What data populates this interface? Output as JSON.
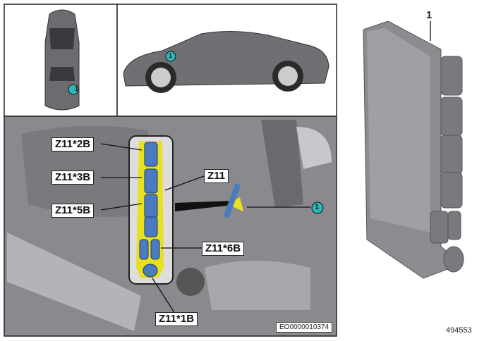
{
  "callouts": {
    "item_number": "1"
  },
  "labels": {
    "z11_2b": "Z11*2B",
    "z11_3b": "Z11*3B",
    "z11_5b": "Z11*5B",
    "z11": "Z11",
    "z11_6b": "Z11*6B",
    "z11_1b": "Z11*1B"
  },
  "image_code": "EO0000010374",
  "part_label": "1",
  "diagram_number": "494553",
  "colors": {
    "callout": "#2bb8b8",
    "highlight": "#e8e020",
    "connector": "#4a7ac0"
  }
}
